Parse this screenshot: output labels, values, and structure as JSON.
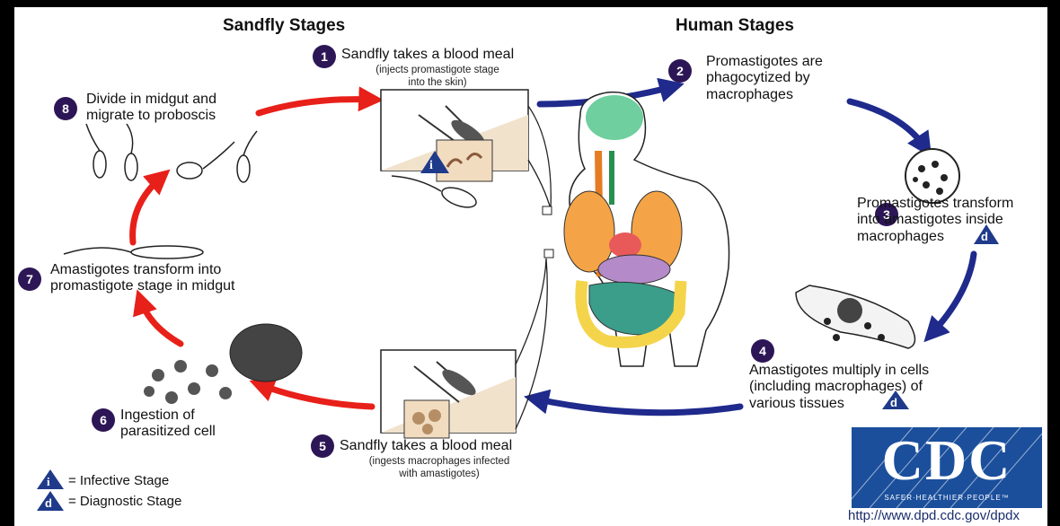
{
  "headers": {
    "sandfly": "Sandfly Stages",
    "human": "Human Stages"
  },
  "steps": [
    {
      "num": "1",
      "text": "Sandfly takes a blood meal",
      "sub": "(injects promastigote stage\ninto the skin)"
    },
    {
      "num": "2",
      "text": "Promastigotes are\nphagocytized by\nmacrophages"
    },
    {
      "num": "3",
      "text": "Promastigotes transform\ninto amastigotes inside\nmacrophages"
    },
    {
      "num": "4",
      "text": "Amastigotes multiply in cells\n(including macrophages) of\nvarious tissues"
    },
    {
      "num": "5",
      "text": "Sandfly takes a blood meal",
      "sub": "(ingests macrophages infected\nwith amastigotes)"
    },
    {
      "num": "6",
      "text": "Ingestion of\nparasitized cell"
    },
    {
      "num": "7",
      "text": "Amastigotes transform into\npromastigote stage in midgut"
    },
    {
      "num": "8",
      "text": "Divide in midgut and\nmigrate to proboscis"
    }
  ],
  "stage_markers": {
    "infective": "i",
    "diagnostic": "d"
  },
  "legend": {
    "infective": "= Infective Stage",
    "diagnostic": "= Diagnostic Stage"
  },
  "logo": {
    "text": "CDC",
    "tagline": "SAFER·HEALTHIER·PEOPLE™"
  },
  "url": "http://www.dpd.cdc.gov/dpdx",
  "colors": {
    "sandfly_arrow": "#e8201a",
    "human_arrow": "#1f2a8c",
    "step_badge": "#2d1656",
    "marker": "#1f3a8a",
    "logo_blue": "#1b4f9c"
  }
}
